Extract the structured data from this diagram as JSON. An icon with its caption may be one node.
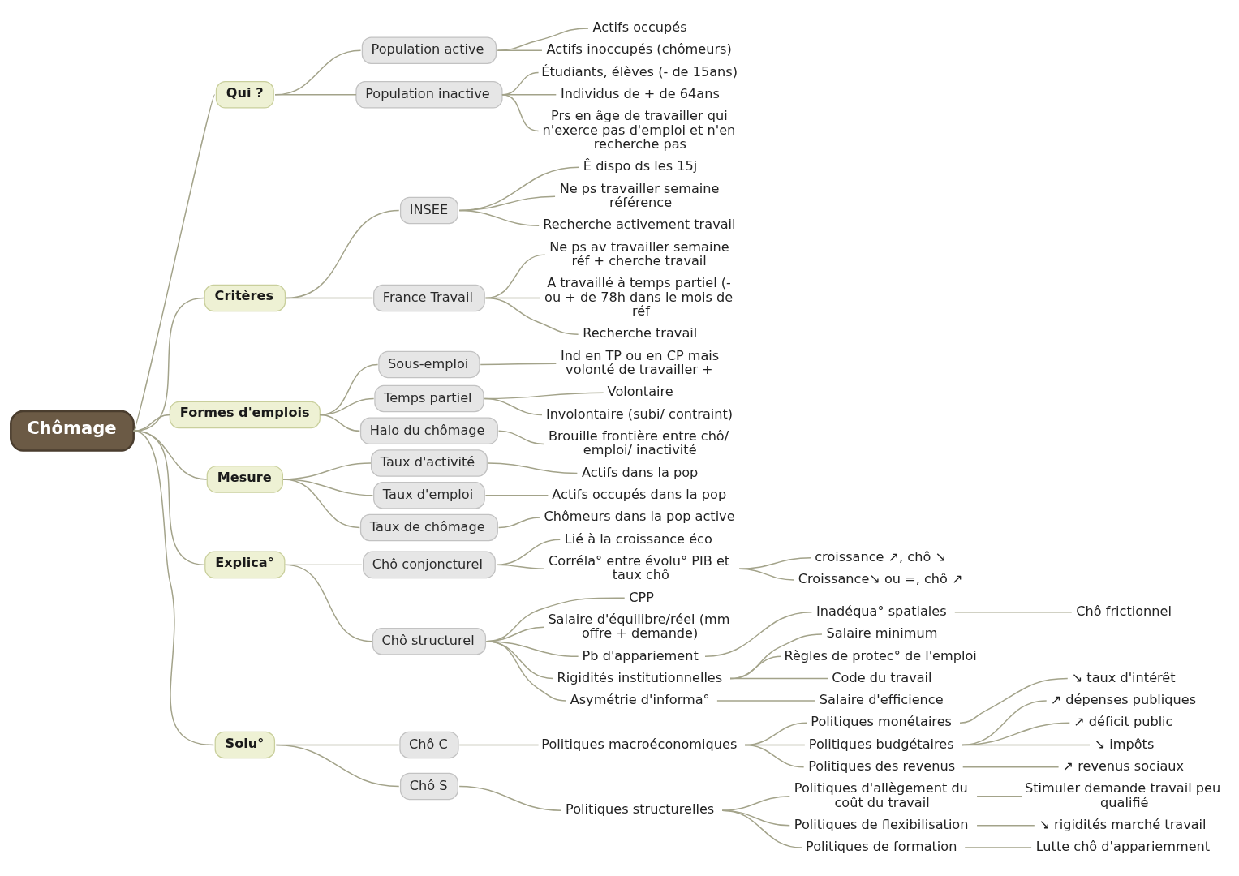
{
  "diagram": {
    "nodes": [
      {
        "text": [
          "Chômage"
        ]
      },
      {
        "text": [
          "Qui ?"
        ]
      },
      {
        "text": [
          "Population active"
        ]
      },
      {
        "text": [
          "Actifs occupés"
        ]
      },
      {
        "text": [
          "Actifs inoccupés (chômeurs)"
        ]
      },
      {
        "text": [
          "Population inactive"
        ]
      },
      {
        "text": [
          "Étudiants, élèves (- de 15ans)"
        ]
      },
      {
        "text": [
          "Individus de + de 64ans"
        ]
      },
      {
        "text": [
          "Prs en âge de travailler qui n'exerce pas d'emploi et n'en recherche pas"
        ]
      },
      {
        "text": [
          "Critères"
        ]
      },
      {
        "text": [
          "INSEE"
        ]
      },
      {
        "text": [
          "Ê dispo ds les 15j"
        ]
      },
      {
        "text": [
          "Ne ps travailler semaine référence"
        ]
      },
      {
        "text": [
          "Recherche activement travail"
        ]
      },
      {
        "text": [
          "France Travail"
        ]
      },
      {
        "text": [
          "Ne ps av travailler semaine réf + cherche travail"
        ]
      },
      {
        "text": [
          "A travaillé à temps partiel (- ou + de 78h dans le mois de réf"
        ]
      },
      {
        "text": [
          "Recherche travail"
        ]
      },
      {
        "text": [
          "Formes d'emplois"
        ]
      },
      {
        "text": [
          "Sous-emploi"
        ]
      },
      {
        "text": [
          "Ind en TP ou en CP mais volonté de travailler +"
        ]
      },
      {
        "text": [
          "Temps partiel"
        ]
      },
      {
        "text": [
          "Volontaire"
        ]
      },
      {
        "text": [
          "Involontaire (subi/ contraint)"
        ]
      },
      {
        "text": [
          "Halo du chômage"
        ]
      },
      {
        "text": [
          "Brouille frontière entre chô/ emploi/ inactivité"
        ]
      },
      {
        "text": [
          "Mesure"
        ]
      },
      {
        "text": [
          "Taux d'activité"
        ]
      },
      {
        "text": [
          "Actifs dans la pop"
        ]
      },
      {
        "text": [
          "Taux d'emploi"
        ]
      },
      {
        "text": [
          "Actifs occupés dans la pop"
        ]
      },
      {
        "text": [
          "Taux de chômage"
        ]
      },
      {
        "text": [
          "Chômeurs dans la pop active"
        ]
      },
      {
        "text": [
          "Explica°"
        ]
      },
      {
        "text": [
          "Chô conjoncturel"
        ]
      },
      {
        "text": [
          "Lié à la croissance éco"
        ]
      },
      {
        "text": [
          "Corréla° entre évolu° PIB et taux chô"
        ]
      },
      {
        "text": [
          "croissance ↗, chô ↘"
        ]
      },
      {
        "text": [
          "Croissance↘ ou =, chô ↗"
        ]
      },
      {
        "text": [
          "Chô structurel"
        ]
      },
      {
        "text": [
          "CPP"
        ]
      },
      {
        "text": [
          "Salaire d'équilibre/réel (mm offre + demande)"
        ]
      },
      {
        "text": [
          "Pb d'appariement"
        ]
      },
      {
        "text": [
          "Inadéqua° spatiales"
        ]
      },
      {
        "text": [
          "Chô frictionnel"
        ]
      },
      {
        "text": [
          "Rigidités institutionnelles"
        ]
      },
      {
        "text": [
          "Salaire minimum"
        ]
      },
      {
        "text": [
          "Règles de protec° de l'emploi"
        ]
      },
      {
        "text": [
          "Code du travail"
        ]
      },
      {
        "text": [
          "Asymétrie d'informa°"
        ]
      },
      {
        "text": [
          "Salaire d'efficience"
        ]
      },
      {
        "text": [
          "Solu°"
        ]
      },
      {
        "text": [
          "Chô C"
        ]
      },
      {
        "text": [
          "Politiques macroéconomiques"
        ]
      },
      {
        "text": [
          "Politiques monétaires"
        ]
      },
      {
        "text": [
          "↘ taux d'intérêt"
        ]
      },
      {
        "text": [
          "Politiques budgétaires"
        ]
      },
      {
        "text": [
          "↗ dépenses publiques"
        ]
      },
      {
        "text": [
          "↗ déficit public"
        ]
      },
      {
        "text": [
          "↘ impôts"
        ]
      },
      {
        "text": [
          "Politiques des revenus"
        ]
      },
      {
        "text": [
          "↗ revenus sociaux"
        ]
      },
      {
        "text": [
          "Chô S"
        ]
      },
      {
        "text": [
          "Politiques structurelles"
        ]
      },
      {
        "text": [
          "Politiques d'allègement du coût du travail"
        ]
      },
      {
        "text": [
          "Stimuler demande travail peu qualifié"
        ]
      },
      {
        "text": [
          "Politiques de flexibilisation"
        ]
      },
      {
        "text": [
          "↘ rigidités marché travail"
        ]
      },
      {
        "text": [
          "Politiques de formation"
        ]
      },
      {
        "text": [
          "Lutte chô d'appariemment"
        ]
      }
    ],
    "edges": [
      {
        "from": 0,
        "to": 1,
        "arrow": "none"
      },
      {
        "from": 1,
        "to": 2,
        "arrow": "none"
      },
      {
        "from": 2,
        "to": 3,
        "arrow": "none"
      },
      {
        "from": 2,
        "to": 4,
        "arrow": "none"
      },
      {
        "from": 1,
        "to": 5,
        "arrow": "none"
      },
      {
        "from": 5,
        "to": 6,
        "arrow": "none"
      },
      {
        "from": 5,
        "to": 7,
        "arrow": "none"
      },
      {
        "from": 5,
        "to": 8,
        "arrow": "none"
      },
      {
        "from": 0,
        "to": 9,
        "arrow": "none"
      },
      {
        "from": 9,
        "to": 10,
        "arrow": "none"
      },
      {
        "from": 10,
        "to": 11,
        "arrow": "none"
      },
      {
        "from": 10,
        "to": 12,
        "arrow": "none"
      },
      {
        "from": 10,
        "to": 13,
        "arrow": "none"
      },
      {
        "from": 9,
        "to": 14,
        "arrow": "none"
      },
      {
        "from": 14,
        "to": 15,
        "arrow": "none"
      },
      {
        "from": 14,
        "to": 16,
        "arrow": "none"
      },
      {
        "from": 14,
        "to": 17,
        "arrow": "none"
      },
      {
        "from": 0,
        "to": 18,
        "arrow": "none"
      },
      {
        "from": 18,
        "to": 19,
        "arrow": "none"
      },
      {
        "from": 19,
        "to": 20,
        "arrow": "none"
      },
      {
        "from": 18,
        "to": 21,
        "arrow": "none"
      },
      {
        "from": 21,
        "to": 22,
        "arrow": "none"
      },
      {
        "from": 21,
        "to": 23,
        "arrow": "none"
      },
      {
        "from": 18,
        "to": 24,
        "arrow": "none"
      },
      {
        "from": 24,
        "to": 25,
        "arrow": "none"
      },
      {
        "from": 0,
        "to": 26,
        "arrow": "none"
      },
      {
        "from": 26,
        "to": 27,
        "arrow": "none"
      },
      {
        "from": 27,
        "to": 28,
        "arrow": "none"
      },
      {
        "from": 26,
        "to": 29,
        "arrow": "none"
      },
      {
        "from": 29,
        "to": 30,
        "arrow": "none"
      },
      {
        "from": 26,
        "to": 31,
        "arrow": "none"
      },
      {
        "from": 31,
        "to": 32,
        "arrow": "none"
      },
      {
        "from": 0,
        "to": 33,
        "arrow": "none"
      },
      {
        "from": 33,
        "to": 34,
        "arrow": "none"
      },
      {
        "from": 34,
        "to": 35,
        "arrow": "none"
      },
      {
        "from": 34,
        "to": 36,
        "arrow": "none"
      },
      {
        "from": 36,
        "to": 37,
        "arrow": "none"
      },
      {
        "from": 36,
        "to": 38,
        "arrow": "none"
      },
      {
        "from": 33,
        "to": 39,
        "arrow": "none"
      },
      {
        "from": 39,
        "to": 40,
        "arrow": "none"
      },
      {
        "from": 39,
        "to": 41,
        "arrow": "none"
      },
      {
        "from": 39,
        "to": 42,
        "arrow": "none"
      },
      {
        "from": 42,
        "to": 43,
        "arrow": "none"
      },
      {
        "from": 43,
        "to": 44,
        "arrow": "none"
      },
      {
        "from": 39,
        "to": 45,
        "arrow": "none"
      },
      {
        "from": 45,
        "to": 46,
        "arrow": "none"
      },
      {
        "from": 45,
        "to": 47,
        "arrow": "none"
      },
      {
        "from": 45,
        "to": 48,
        "arrow": "none"
      },
      {
        "from": 39,
        "to": 49,
        "arrow": "none"
      },
      {
        "from": 49,
        "to": 50,
        "arrow": "none"
      },
      {
        "from": 0,
        "to": 51,
        "arrow": "none"
      },
      {
        "from": 51,
        "to": 52,
        "arrow": "none"
      },
      {
        "from": 52,
        "to": 53,
        "arrow": "none"
      },
      {
        "from": 53,
        "to": 54,
        "arrow": "none"
      },
      {
        "from": 54,
        "to": 55,
        "arrow": "none"
      },
      {
        "from": 53,
        "to": 56,
        "arrow": "none"
      },
      {
        "from": 56,
        "to": 57,
        "arrow": "none"
      },
      {
        "from": 56,
        "to": 58,
        "arrow": "none"
      },
      {
        "from": 56,
        "to": 59,
        "arrow": "none"
      },
      {
        "from": 53,
        "to": 60,
        "arrow": "none"
      },
      {
        "from": 60,
        "to": 61,
        "arrow": "none"
      },
      {
        "from": 51,
        "to": 62,
        "arrow": "none"
      },
      {
        "from": 62,
        "to": 63,
        "arrow": "none"
      },
      {
        "from": 63,
        "to": 64,
        "arrow": "none"
      },
      {
        "from": 64,
        "to": 65,
        "arrow": "none"
      },
      {
        "from": 63,
        "to": 66,
        "arrow": "none"
      },
      {
        "from": 66,
        "to": 67,
        "arrow": "none"
      },
      {
        "from": 63,
        "to": 68,
        "arrow": "none"
      },
      {
        "from": 68,
        "to": 69,
        "arrow": "none"
      }
    ]
  }
}
